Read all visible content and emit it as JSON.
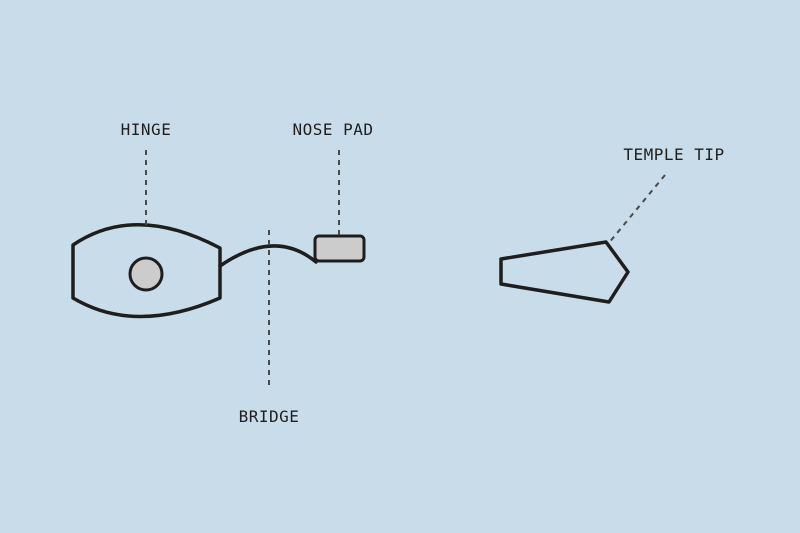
{
  "colors": {
    "background": "#c8dde9",
    "outline": "#1e1e1e",
    "fill_part": "#cccccc",
    "leader": "#4a4a4a"
  },
  "labels": {
    "hinge": "HINGE",
    "nose_pad": "NOSE PAD",
    "bridge": "BRIDGE",
    "temple_tip": "TEMPLE TIP"
  }
}
